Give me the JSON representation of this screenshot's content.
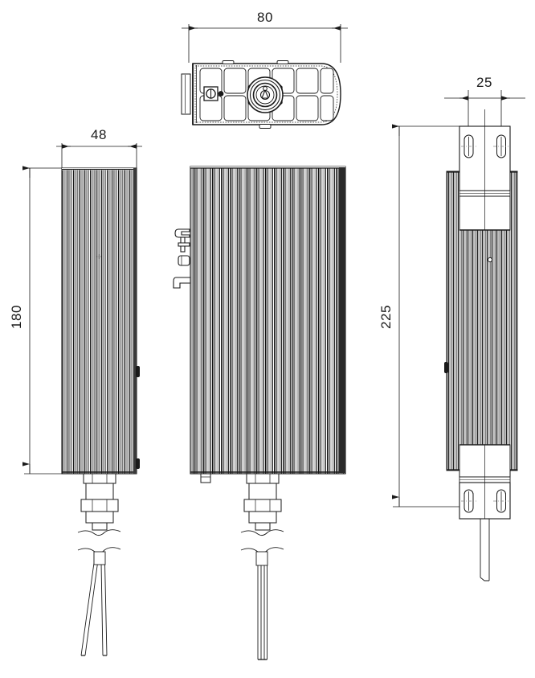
{
  "drawing": {
    "title": "Enclosure heater dimensional drawing",
    "units": "mm",
    "line_color": "#1a1a1a",
    "fin_dark": "#2b2b2b",
    "fin_mid": "#6e6e6e",
    "fin_light": "#c9c9c9",
    "background": "#ffffff"
  },
  "dimensions": {
    "top_width": "80",
    "side_width": "48",
    "side_height": "180",
    "bracket_hole_spacing": "25",
    "overall_height": "225"
  },
  "views": {
    "top": {
      "name": "top-view",
      "label": "80"
    },
    "left": {
      "name": "left-side-view",
      "width_label": "48",
      "height_label": "180"
    },
    "front": {
      "name": "front-view"
    },
    "right": {
      "name": "right-side-view",
      "hole_spacing_label": "25",
      "height_label": "225"
    }
  },
  "features": {
    "cable_gland": "cable-gland",
    "mounting_bracket": "mounting-bracket",
    "slotted_hole": "slotted-hole",
    "heatsink_fins": "heatsink-fins",
    "lead_wires": "lead-wires",
    "break_line": "break-line",
    "clip_bracket": "clip-bracket"
  }
}
